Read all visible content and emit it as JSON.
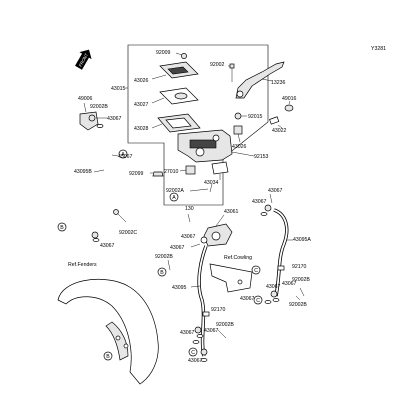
{
  "diagram_id": "Y3281",
  "front_label": "FRONT",
  "ref_cowling": "Ref.Cowling",
  "ref_fenders": "Ref.Fenders",
  "circle_a": "A",
  "circle_b": "B",
  "circle_c": "C",
  "parts": {
    "p92009": "92009",
    "p43026a": "43026",
    "p43027": "43027",
    "p43028": "43028",
    "p43015": "43015",
    "p92002a": "92002",
    "p13236": "13236",
    "p49016": "49016",
    "p43022": "43022",
    "p92015": "92015",
    "p43026b": "43026",
    "p92153": "92153",
    "p27010": "27010",
    "p43034": "43034",
    "p92002A": "92002A",
    "p92099": "92099",
    "p49006": "49006",
    "p92002b": "92002B",
    "p43067a": "43067",
    "p43067b": "43067",
    "p43095b": "43095B",
    "p92002c": "92002C",
    "p43067c": "43067",
    "p130": "130",
    "p43061": "43061",
    "p43067d": "43067",
    "p43067e": "43067",
    "p43067f": "43067",
    "p43067g": "43067",
    "p43095A": "43095A",
    "p92002B2": "92002B",
    "p92170a": "92170",
    "p43067h": "43067",
    "p92002B3": "92002B",
    "p43067i": "43067",
    "p92002B4": "92002B",
    "p43095": "43095",
    "p92170b": "92170",
    "p43067j": "43067",
    "p92002B5": "92002B",
    "p43067k": "43067",
    "p43067l": "43067"
  }
}
